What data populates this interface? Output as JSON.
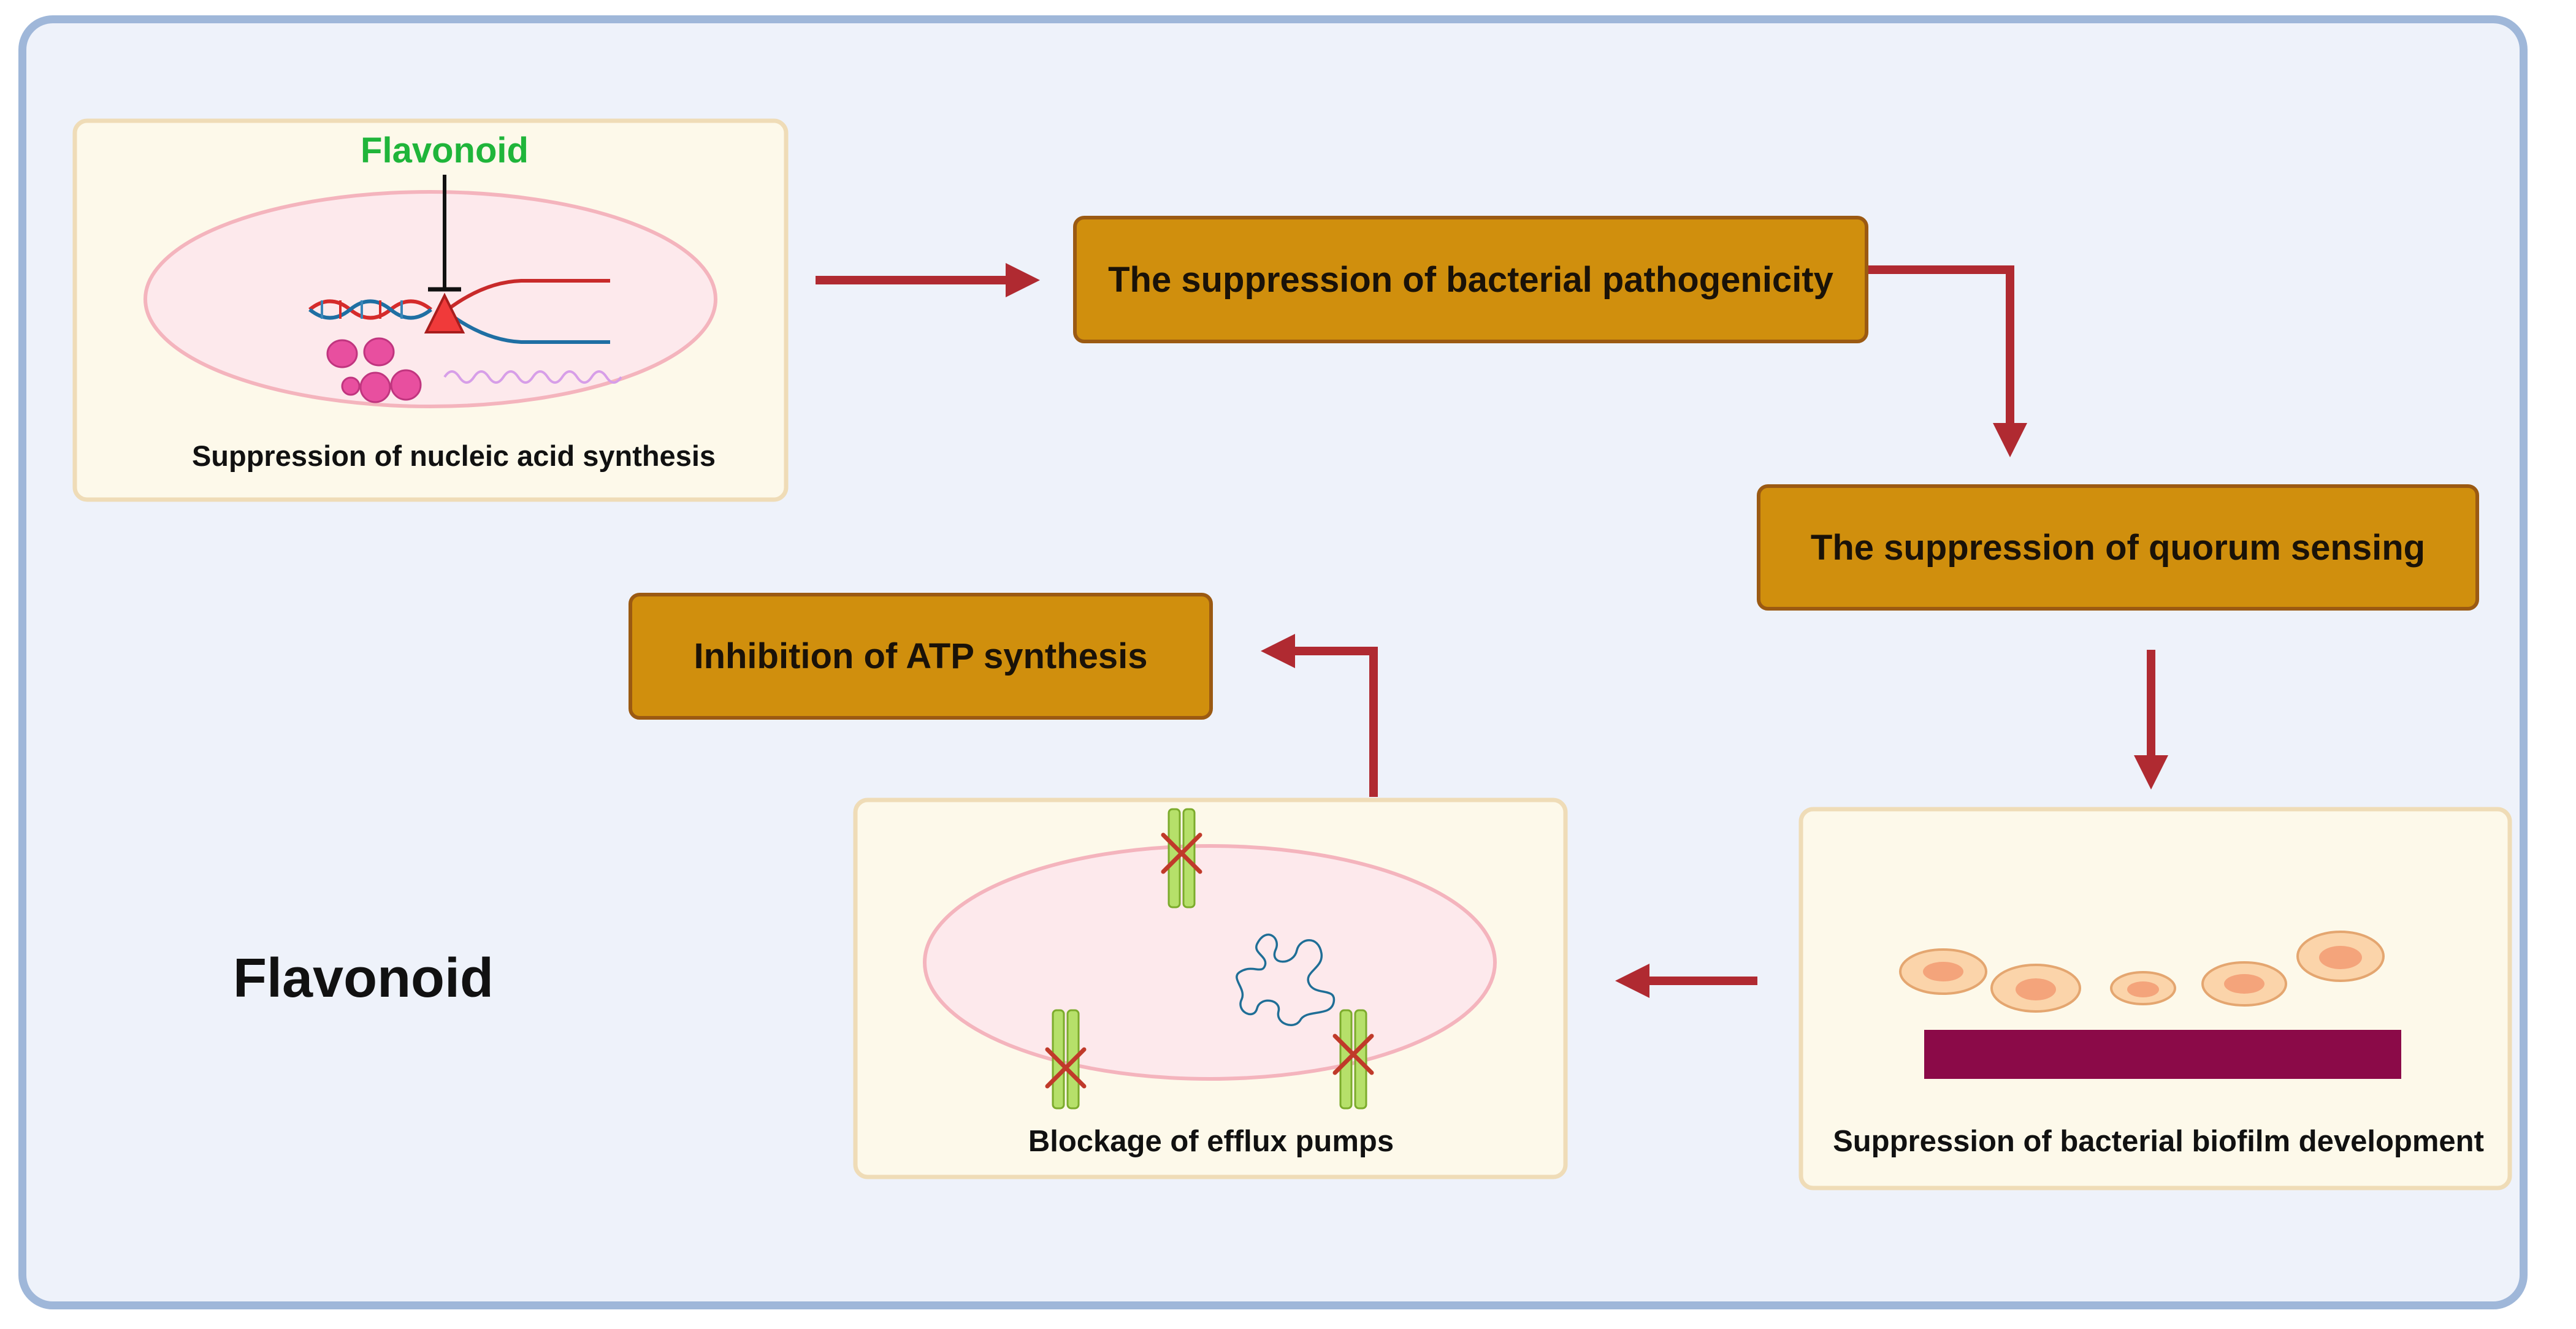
{
  "diagram": {
    "panel_nucleic": {
      "caption": "Suppression of nucleic acid synthesis",
      "inhibitor_label": "Flavonoid"
    },
    "box_pathogenicity": {
      "label": "The suppression of bacterial pathogenicity"
    },
    "box_quorum": {
      "label": "The suppression of quorum sensing"
    },
    "panel_biofilm": {
      "caption": "Suppression of bacterial biofilm development"
    },
    "panel_efflux": {
      "caption": "Blockage of efflux pumps"
    },
    "box_atp": {
      "label": "Inhibition of ATP synthesis"
    },
    "main_label": "Flavonoid"
  },
  "colors": {
    "arrow": "#b02a31",
    "box_fill": "#d08f0d",
    "panel_fill": "#fdf9ea",
    "flavonoid_text": "#1fb53a",
    "biofilm_base": "#8b0a48"
  }
}
